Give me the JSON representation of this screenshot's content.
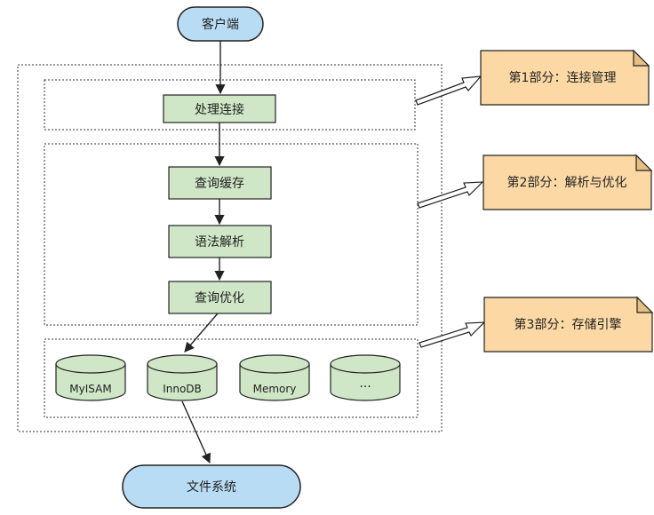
{
  "client": {
    "label": "客户端"
  },
  "filesystem": {
    "label": "文件系统"
  },
  "steps": {
    "connection": "处理连接",
    "query_cache": "查询缓存",
    "parse": "语法解析",
    "optimize": "查询优化"
  },
  "engines": [
    "MyISAM",
    "InnoDB",
    "Memory",
    "···"
  ],
  "notes": {
    "part1": "第1部分：连接管理",
    "part2": "第2部分：解析与优化",
    "part3": "第3部分：存储引擎"
  },
  "colors": {
    "client_fill": "#b9dcf5",
    "step_fill": "#cfe7c6",
    "note_fill": "#fcd9a4"
  }
}
